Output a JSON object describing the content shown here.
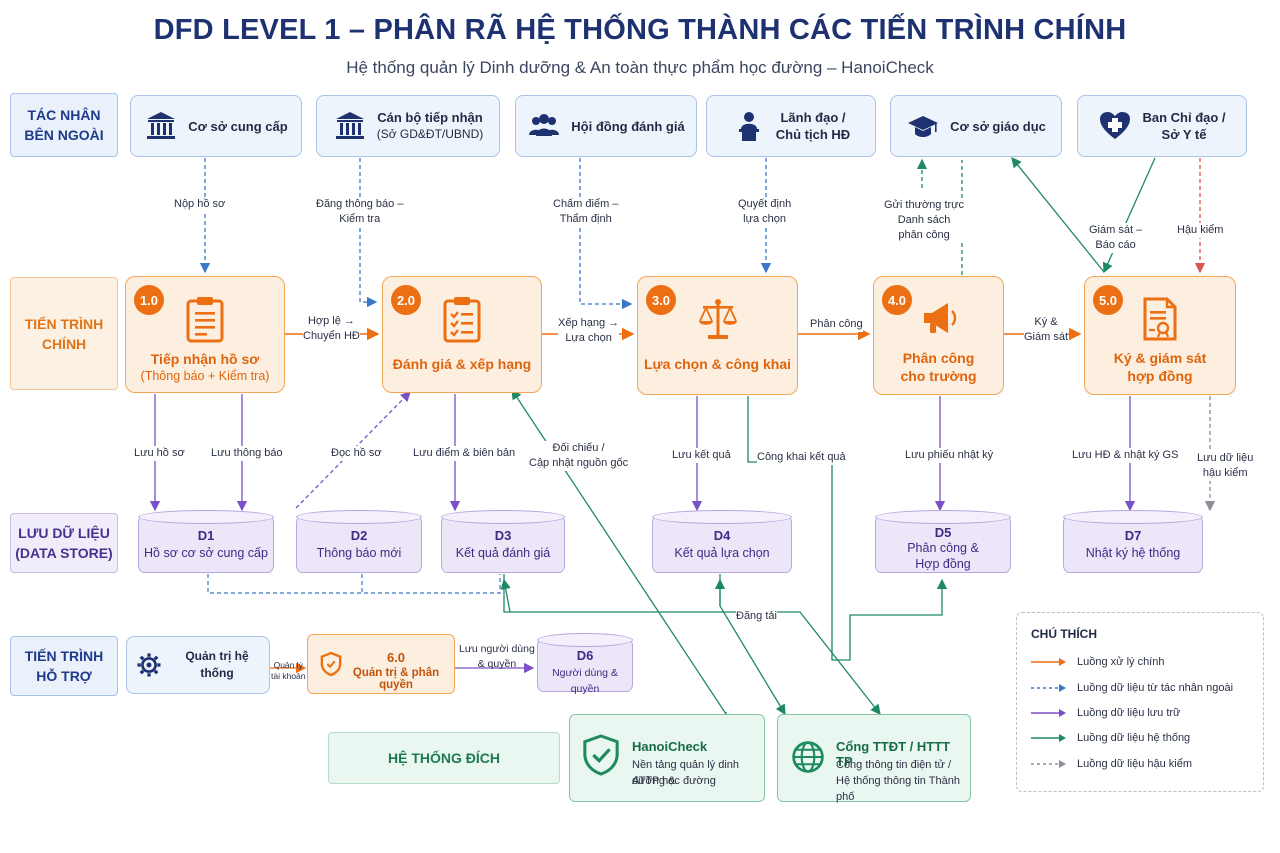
{
  "header": {
    "title": "DFD LEVEL 1 – PHÂN RÃ HỆ THỐNG THÀNH CÁC TIẾN TRÌNH CHÍNH",
    "subtitle": "Hệ thống quản lý Dinh dưỡng & An toàn thực phẩm học đường – HanoiCheck"
  },
  "bands": {
    "external": "TÁC NHÂN BÊN NGOÀI",
    "main": "TIẾN TRÌNH CHÍNH",
    "store": "LƯU DỮ LIỆU (DATA STORE)",
    "support": "TIẾN TRÌNH HỖ TRỢ",
    "target": "HỆ THỐNG ĐÍCH"
  },
  "actors": {
    "supplier": "Cơ sở cung cấp",
    "receiver": "Cán bộ tiếp nhận",
    "receiver_sub": "(Sở GD&ĐT/UBND)",
    "council": "Hội đồng đánh giá",
    "leader": "Lãnh đạo /",
    "leader_2": "Chủ tịch HĐ",
    "school": "Cơ sở giáo dục",
    "health": "Ban Chỉ đạo /",
    "health_2": "Sở Y tế"
  },
  "processes": {
    "p1": {
      "num": "1.0",
      "name": "Tiếp nhận hồ sơ",
      "sub": "(Thông báo + Kiểm tra)"
    },
    "p2": {
      "num": "2.0",
      "name": "Đánh giá & xếp hạng"
    },
    "p3": {
      "num": "3.0",
      "name": "Lựa chọn & công khai"
    },
    "p4": {
      "num": "4.0",
      "name": "Phân công",
      "name_2": "cho trường"
    },
    "p5": {
      "num": "5.0",
      "name": "Ký & giám sát",
      "name_2": "hợp đồng"
    },
    "p6": {
      "num": "6.0",
      "name": "Quản trị & phân quyền"
    }
  },
  "stores": {
    "d1": {
      "id": "D1",
      "name": "Hồ sơ cơ sở cung cấp"
    },
    "d2": {
      "id": "D2",
      "name": "Thông báo mới"
    },
    "d3": {
      "id": "D3",
      "name": "Kết quả đánh giá"
    },
    "d4": {
      "id": "D4",
      "name": "Kết quả lựa chọn"
    },
    "d5": {
      "id": "D5",
      "name": "Phân công &",
      "name_2": "Hợp đồng"
    },
    "d6": {
      "id": "D6",
      "name": "Người dùng & quyền"
    },
    "d7": {
      "id": "D7",
      "name": "Nhật ký hệ thống"
    }
  },
  "support": {
    "admin": "Quản trị hệ thống"
  },
  "flows": {
    "submit": "Nộp hồ sơ",
    "notify_1": "Đăng thông báo –",
    "notify_2": "Kiểm tra",
    "score_1": "Chấm điểm –",
    "score_2": "Thẩm định",
    "decide_1": "Quyết định",
    "decide_2": "lựa chọn",
    "send_1": "Gửi thường trực",
    "send_2": "Danh sách",
    "send_3": "phân công",
    "monitor_1": "Giám sát –",
    "monitor_2": "Báo cáo",
    "postcheck": "Hậu kiểm",
    "valid_1": "Hợp lệ →",
    "valid_2": "Chuyển HĐ",
    "rank_1": "Xếp hạng →",
    "rank_2": "Lựa chọn",
    "assign": "Phân công",
    "sign_1": "Ký &",
    "sign_2": "Giám sát",
    "save_file": "Lưu hồ sơ",
    "save_notice": "Lưu thông báo",
    "read_file": "Đọc hồ sơ",
    "save_score": "Lưu điểm & biên bản",
    "crosscheck_1": "Đối chiếu /",
    "crosscheck_2": "Cập nhật nguồn gốc",
    "save_result": "Lưu kết quả",
    "publish": "Công khai kết quả",
    "save_log": "Lưu phiếu nhật ký",
    "save_contract": "Lưu HĐ & nhật ký GS",
    "save_post_1": "Lưu dữ liệu",
    "save_post_2": "hậu kiểm",
    "post": "Đăng tải",
    "manage_acc_1": "Quản lý",
    "manage_acc_2": "tài khoản",
    "save_user_1": "Lưu người dùng",
    "save_user_2": "& quyền"
  },
  "targets": {
    "hanoicheck": {
      "name": "HanoiCheck",
      "desc_1": "Nền tảng quản lý dinh dưỡng &",
      "desc_2": "ATTP học đường"
    },
    "portal": {
      "name": "Cổng TTĐT / HTTT TP",
      "desc_1": "Cổng thông tin điện tử /",
      "desc_2": "Hệ thống thông tin Thành phố"
    }
  },
  "legend": {
    "title": "CHÚ THÍCH",
    "items": [
      {
        "label": "Luồng xử lý chính",
        "color": "#ec6f13",
        "dash": false
      },
      {
        "label": "Luồng dữ liệu từ tác nhân ngoài",
        "color": "#3b78c9",
        "dash": true
      },
      {
        "label": "Luồng dữ liệu lưu trữ",
        "color": "#7b4fc8",
        "dash": false
      },
      {
        "label": "Luồng dữ liệu hệ thống",
        "color": "#1f8a62",
        "dash": false
      },
      {
        "label": "Luồng dữ liệu hậu kiểm",
        "color": "#8a8f99",
        "dash": true
      }
    ]
  },
  "colors": {
    "orange": "#ec6f13",
    "blue": "#3b78c9",
    "purple": "#7b4fc8",
    "green": "#1f8a62",
    "red": "#d9534f",
    "gray": "#8a8f99"
  }
}
